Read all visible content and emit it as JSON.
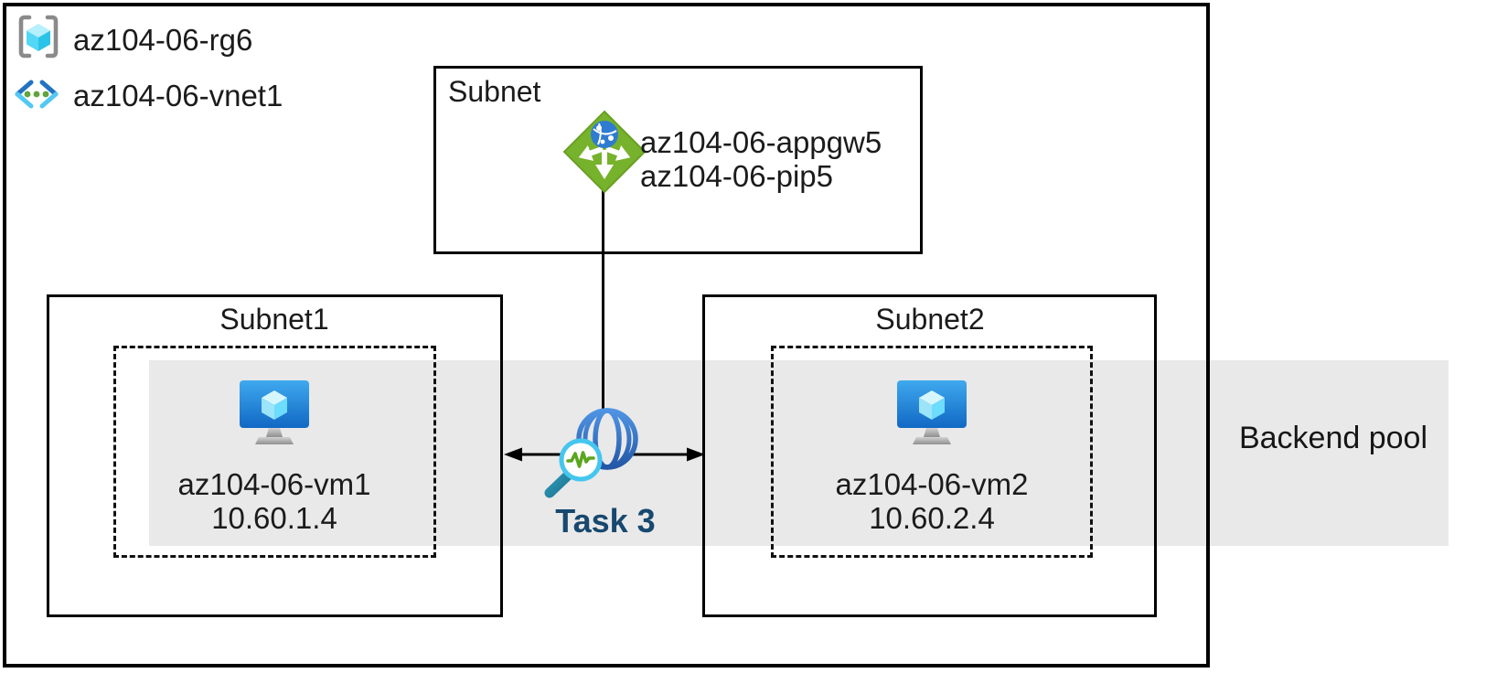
{
  "header": {
    "resource_group_label": "az104-06-rg6",
    "vnet_label": "az104-06-vnet1"
  },
  "gateway_subnet": {
    "title": "Subnet",
    "appgw_label": "az104-06-appgw5",
    "pip_label": "az104-06-pip5"
  },
  "subnet1": {
    "title": "Subnet1",
    "vm_label": "az104-06-vm1",
    "vm_ip": "10.60.1.4"
  },
  "subnet2": {
    "title": "Subnet2",
    "vm_label": "az104-06-vm2",
    "vm_ip": "10.60.2.4"
  },
  "task": {
    "label": "Task 3"
  },
  "backend_pool": {
    "label": "Backend pool"
  },
  "colors": {
    "band_gray": "#e9e9e9",
    "appgw_green": "#77b22c",
    "task_blue": "#17486f",
    "vm_screen_blue": "#1673cd",
    "globe_blue": "#3374cb",
    "magnifier_cyan": "#45c6ee",
    "probe_green": "#5aa61e",
    "border_black": "#000000"
  }
}
